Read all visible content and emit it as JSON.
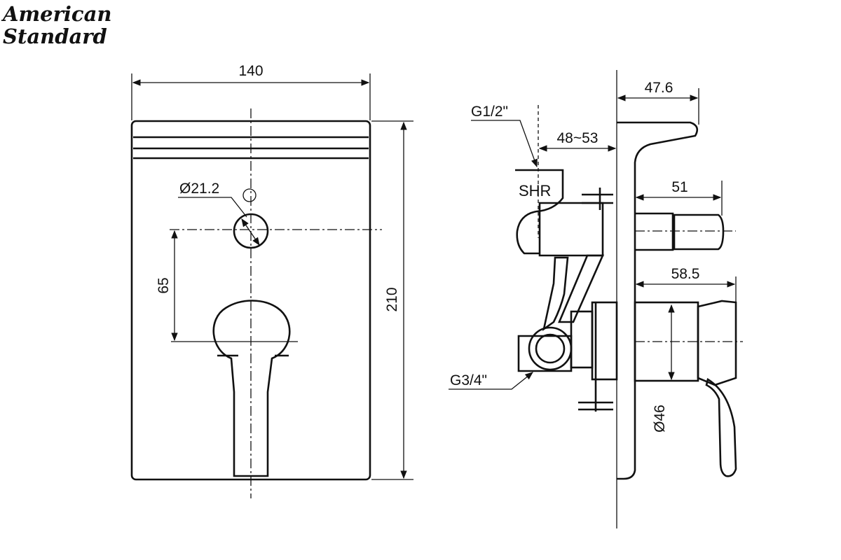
{
  "logo": {
    "line1": "American",
    "line2": "Standard"
  },
  "front_view": {
    "width_dim": "140",
    "height_dim": "210",
    "hole_dia": "Ø21.2",
    "offset_dim": "65"
  },
  "side_view": {
    "thread_top": "G1/2\"",
    "outlet_label": "SHR",
    "depth_range": "48~53",
    "depth_plate": "47.6",
    "depth_spout": "51",
    "depth_handle": "58.5",
    "thread_bottom": "G3/4\"",
    "handle_dia": "Ø46"
  },
  "colors": {
    "line": "#111111",
    "background": "#ffffff"
  }
}
